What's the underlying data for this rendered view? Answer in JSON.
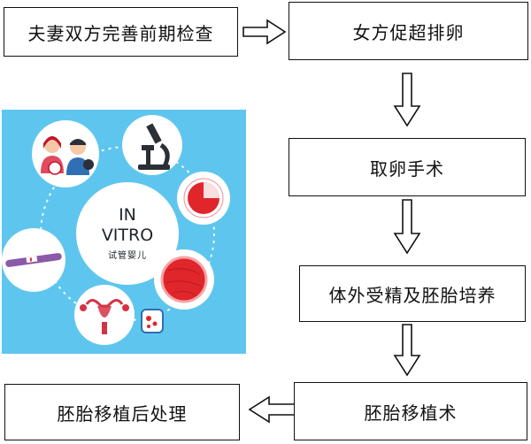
{
  "steps": {
    "step1": "夫妻双方完善前期检查",
    "step2": "女方促超排卵",
    "step3": "取卵手术",
    "step4": "体外受精及胚胎培养",
    "step5": "胚胎移植术",
    "step6": "胚胎移植后处理"
  },
  "illustration": {
    "line1": "IN",
    "line2": "VITRO",
    "line3": "试管婴儿"
  },
  "colors": {
    "illustration_bg": "#5ec6ee",
    "circle_fill": "#ffffff",
    "accent_red": "#e0262b",
    "dark": "#20252b",
    "border": "#111111"
  },
  "icons": {
    "couple": "couple-icon",
    "microscope": "microscope-icon",
    "egg": "egg-cell-icon",
    "embryo": "embryo-icon",
    "uterus": "uterus-icon",
    "lab": "lab-dish-icon",
    "pregnancy_test": "pregnancy-test-icon"
  }
}
